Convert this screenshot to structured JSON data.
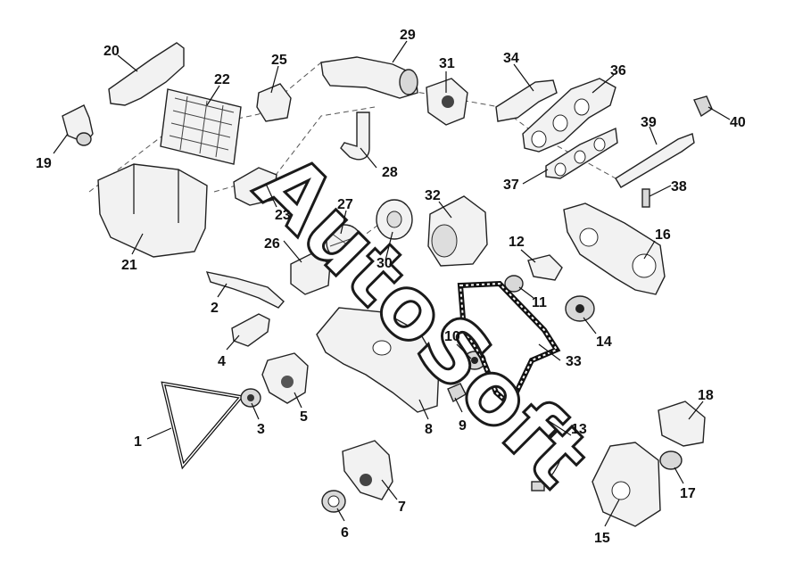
{
  "watermark": {
    "text": "AutoSoft"
  },
  "callouts": {
    "c1": "1",
    "c2": "2",
    "c3": "3",
    "c4": "4",
    "c5": "5",
    "c6": "6",
    "c7": "7",
    "c8": "8",
    "c9": "9",
    "c10": "10",
    "c11": "11",
    "c12": "12",
    "c13": "13",
    "c14": "14",
    "c15": "15",
    "c16": "16",
    "c17": "17",
    "c18": "18",
    "c19": "19",
    "c20": "20",
    "c21": "21",
    "c22": "22",
    "c23": "23",
    "c25": "25",
    "c26": "26",
    "c27": "27",
    "c28": "28",
    "c29": "29",
    "c30": "30",
    "c31": "31",
    "c32": "32",
    "c33": "33",
    "c34": "34",
    "c36": "36",
    "c37": "37",
    "c38": "38",
    "c39": "39",
    "c40": "40"
  }
}
